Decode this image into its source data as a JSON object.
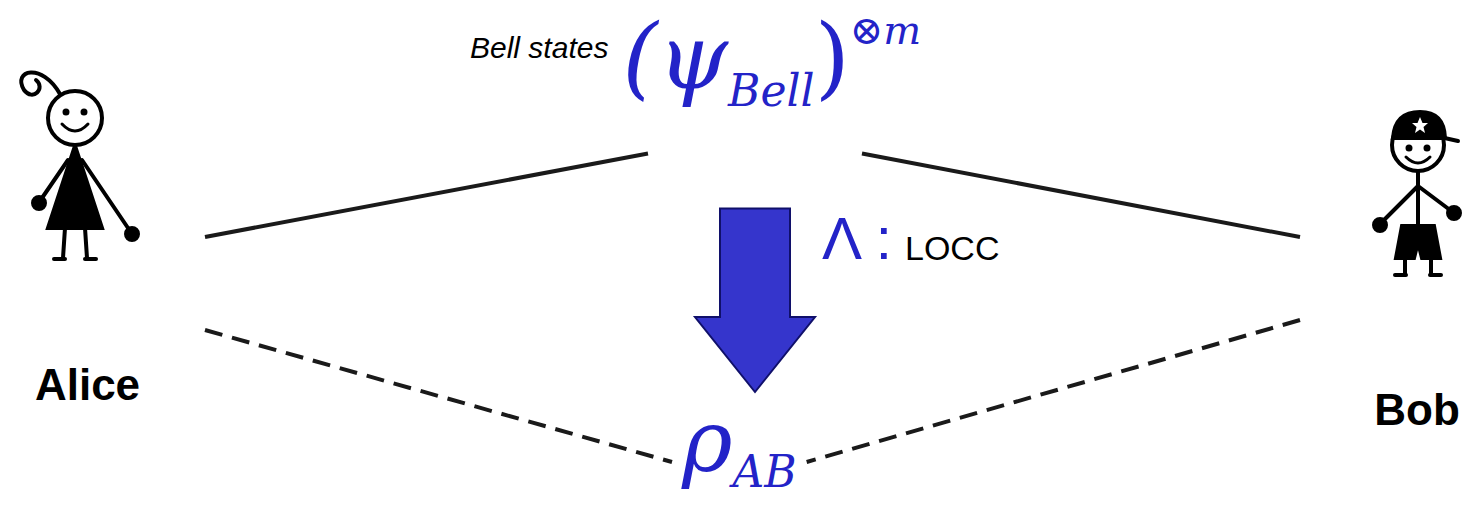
{
  "diagram": {
    "nodes": [
      {
        "text": [
          "Bell states",
          "(ψ",
          "Bell",
          ")",
          "⊗m"
        ]
      },
      {
        "text": [
          "Alice"
        ]
      },
      {
        "text": [
          "Bob"
        ]
      },
      {
        "text": [
          "ρ",
          "AB"
        ]
      }
    ],
    "edges": [
      {
        "from": 1,
        "to": 0,
        "arrow": "none"
      },
      {
        "from": 0,
        "to": 2,
        "arrow": "none"
      },
      {
        "from": 0,
        "to": 3,
        "arrow": "to",
        "label": "LOCC"
      },
      {
        "from": 1,
        "to": 3,
        "arrow": "none"
      },
      {
        "from": 2,
        "to": 3,
        "arrow": "none"
      }
    ],
    "labels": [
      "Λ :"
    ]
  }
}
